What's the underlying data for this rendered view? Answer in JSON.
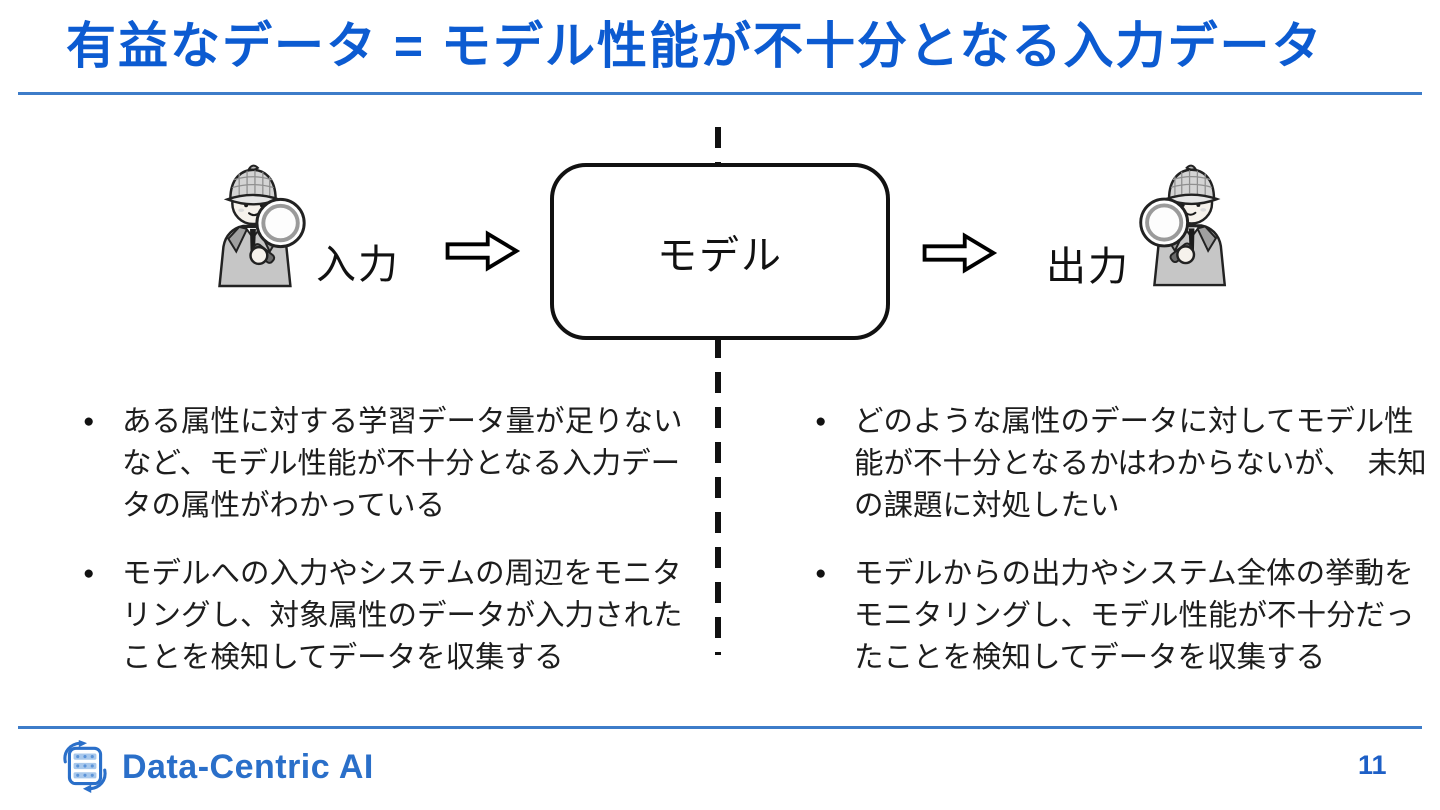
{
  "slide": {
    "title": "有益なデータ = モデル性能が不十分となる入力データ",
    "page_number": "11",
    "footer_logo_text": "Data-Centric AI"
  },
  "diagram": {
    "input_label": "入力",
    "model_label": "モデル",
    "output_label": "出力",
    "left_icon": "detective-magnifier-icon",
    "right_icon": "detective-magnifier-icon",
    "arrow_icon": "block-arrow-right-icon",
    "divider_style": "vertical-dashed-line"
  },
  "bullets": {
    "marker": "●",
    "left": [
      "ある属性に対する学習データ量が足りないなど、モデル性能が不十分となる入力データの属性がわかっている",
      "モデルへの入力やシステムの周辺をモニタリングし、対象属性のデータが入力されたことを検知してデータを収集する"
    ],
    "right": [
      "どのような属性のデータに対してモデル性能が不十分となるかはわからないが、　未知の課題に対処したい",
      "モデルからの出力やシステム全体の挙動をモニタリングし、モデル性能が不十分だったことを検知してデータを収集する"
    ]
  },
  "colors": {
    "title_blue": "#0c5bd1",
    "rule_blue": "#3d7cc9",
    "logo_blue": "#2a6fc9",
    "page_number_blue": "#1d5fc6",
    "ink_black": "#111111",
    "body_text": "#1d1d1d"
  }
}
